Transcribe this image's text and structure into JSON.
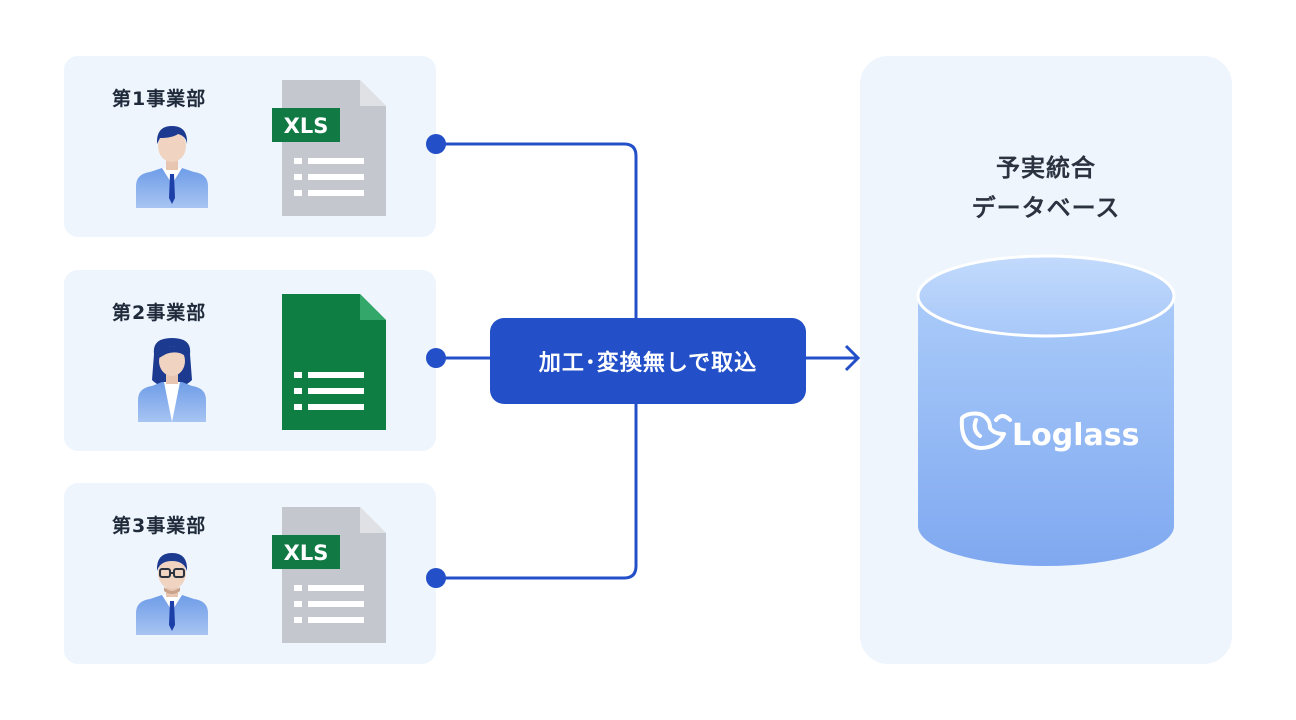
{
  "departments": [
    {
      "label": "第1事業部",
      "file_type": "XLS",
      "file_icon": "excel-xls-icon",
      "person_icon": "man-icon"
    },
    {
      "label": "第2事業部",
      "file_type": "",
      "file_icon": "google-sheets-icon",
      "person_icon": "woman-icon"
    },
    {
      "label": "第3事業部",
      "file_type": "XLS",
      "file_icon": "excel-xls-icon",
      "person_icon": "man-with-glasses-icon"
    }
  ],
  "process": {
    "label": "加工･変換無しで取込"
  },
  "database": {
    "title_line1": "予実統合",
    "title_line2": "データベース",
    "brand": "Loglass",
    "brand_icon": "whale-logo-icon"
  },
  "colors": {
    "card_bg": "#eef5fd",
    "accent": "#2350c8",
    "excel_green": "#117a44",
    "sheets_green": "#0f7e43",
    "doc_gray": "#c4c7cd"
  }
}
